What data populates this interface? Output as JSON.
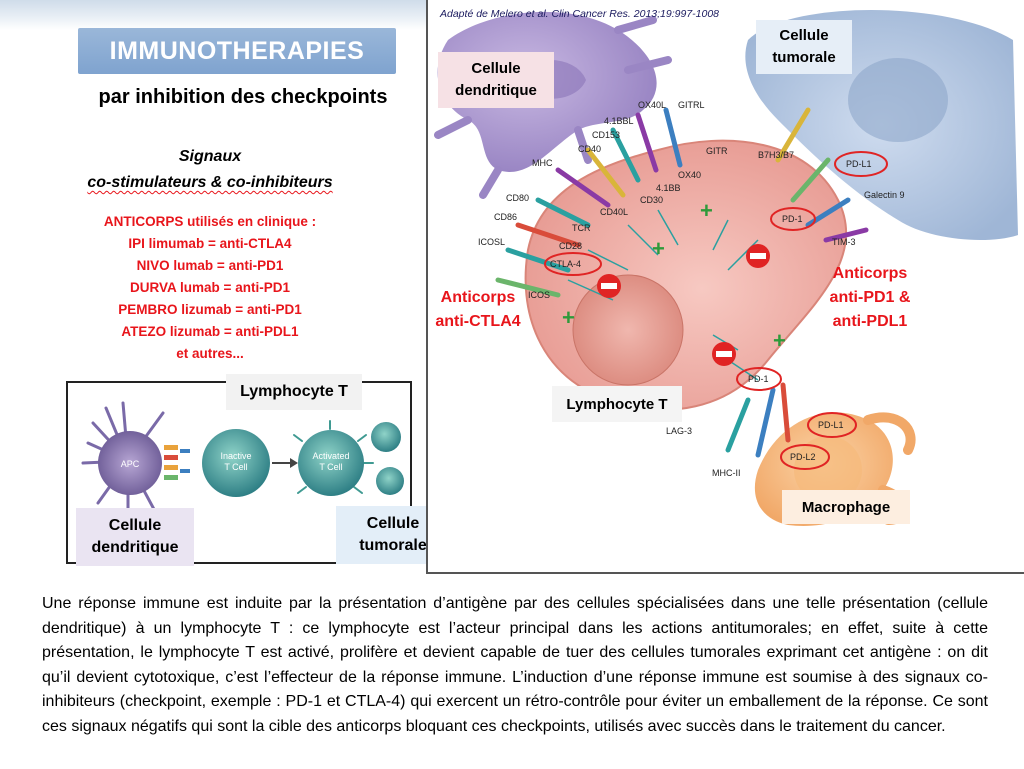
{
  "header": {
    "title": "IMMUNOTHERAPIES",
    "subtitle": "par inhibition des checkpoints"
  },
  "signaux": {
    "line1": "Signaux",
    "line2": "co-stimulateurs & co-inhibiteurs"
  },
  "anticorps_clinique": {
    "heading": "ANTICORPS utilisés en clinique :",
    "items": [
      "IPI limumab = anti-CTLA4",
      "NIVO lumab = anti-PD1",
      "DURVA lumab = anti-PD1",
      "PEMBRO lizumab = anti-PD1",
      "ATEZO lizumab = anti-PDL1",
      "et autres..."
    ]
  },
  "inset": {
    "lymphocyte_label": "Lymphocyte T",
    "dendritic_label_1": "Cellule",
    "dendritic_label_2": "dendritique",
    "tumor_label_1": "Cellule",
    "tumor_label_2": "tumorale",
    "apc": "APC",
    "inactive_1": "Inactive",
    "inactive_2": "T Cell",
    "activated_1": "Activated",
    "activated_2": "T Cell"
  },
  "diagram": {
    "citation": "Adapté de Melero et al. Clin Cancer Res. 2013;19:997-1008",
    "dendritic_1": "Cellule",
    "dendritic_2": "dendritique",
    "tumor_1": "Cellule",
    "tumor_2": "tumorale",
    "lymphocyte": "Lymphocyte T",
    "macrophage": "Macrophage",
    "anti_ctla4_1": "Anticorps",
    "anti_ctla4_2": "anti-CTLA4",
    "anti_pd1_1": "Anticorps",
    "anti_pd1_2": "anti-PD1 &",
    "anti_pd1_3": "anti-PDL1",
    "molecules": {
      "ox40l": "OX40L",
      "gitrl": "GITRL",
      "bb41l": "4.1BBL",
      "cd153": "CD153",
      "cd40": "CD40",
      "mhc": "MHC",
      "gitr": "GITR",
      "ox40": "OX40",
      "bb41": "4.1BB",
      "cd30": "CD30",
      "cd40l": "CD40L",
      "cd80": "CD80",
      "cd86": "CD86",
      "tcr": "TCR",
      "cd28": "CD28",
      "icosl": "ICOSL",
      "ctla4": "CTLA-4",
      "icos": "ICOS",
      "b7h3": "B7H3/B7",
      "pdl1_top": "PD-L1",
      "galectin9": "Galectin 9",
      "pd1_top": "PD-1",
      "tim3": "TIM-3",
      "pd1_bottom": "PD-1",
      "pdl1_bottom": "PD-L1",
      "pdl2": "PD-L2",
      "lag3": "LAG-3",
      "mhcii": "MHC-II"
    }
  },
  "body_text": "Une réponse immune est induite par la présentation d’antigène par des cellules spécialisées dans une telle présentation (cellule dendritique) à un lymphocyte T : ce lymphocyte est l’acteur principal dans les actions antitumorales; en effet, suite à cette présentation, le lymphocyte T est activé, prolifère et devient capable de tuer des cellules tumorales exprimant cet antigène : on dit qu’il devient cytotoxique, c’est l’effecteur de la réponse immune. L’induction d’une réponse immune est soumise à des signaux co-inhibiteurs (checkpoint, exemple : PD-1 et CTLA-4) qui exercent un rétro-contrôle pour éviter un emballement de la réponse.  Ce sont ces signaux négatifs qui sont la cible des anticorps bloquant ces checkpoints, utilisés avec succès dans le traitement du cancer."
}
